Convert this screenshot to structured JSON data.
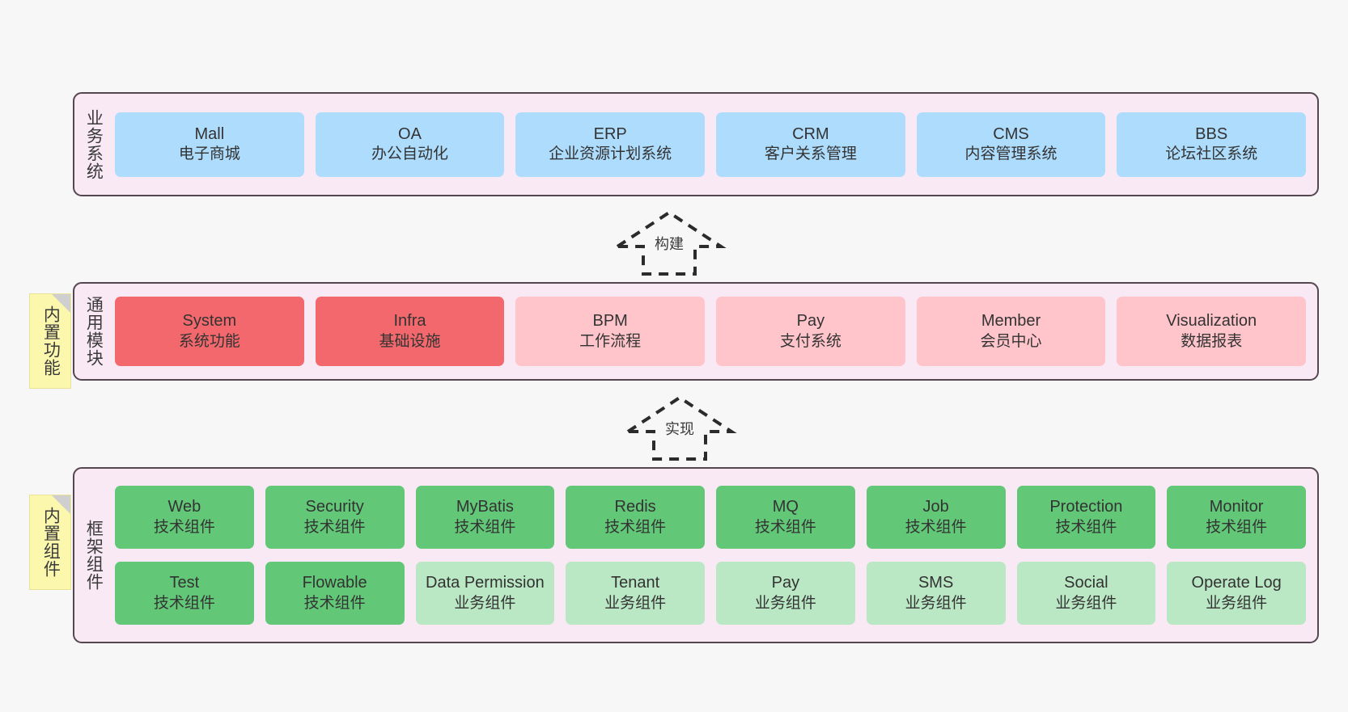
{
  "theme": {
    "background": "#f7f7f7",
    "container_bg": "#f9e9f4",
    "container_border": "#56464f",
    "blue": "#aedcfc",
    "red": "#f3686c",
    "pink": "#ffc5cb",
    "green": "#62c878",
    "light_green": "#bae7c4",
    "sticky_yellow": "#fbf8ae"
  },
  "layers": {
    "business": {
      "title": "业务系统",
      "blocks": [
        {
          "name": "Mall",
          "sub": "电子商城"
        },
        {
          "name": "OA",
          "sub": "办公自动化"
        },
        {
          "name": "ERP",
          "sub": "企业资源计划系统"
        },
        {
          "name": "CRM",
          "sub": "客户关系管理"
        },
        {
          "name": "CMS",
          "sub": "内容管理系统"
        },
        {
          "name": "BBS",
          "sub": "论坛社区系统"
        }
      ]
    },
    "modules": {
      "title": "通用模块",
      "sticky": "内置功能",
      "blocks": [
        {
          "name": "System",
          "sub": "系统功能",
          "style": "red"
        },
        {
          "name": "Infra",
          "sub": "基础设施",
          "style": "red"
        },
        {
          "name": "BPM",
          "sub": "工作流程",
          "style": "pink"
        },
        {
          "name": "Pay",
          "sub": "支付系统",
          "style": "pink"
        },
        {
          "name": "Member",
          "sub": "会员中心",
          "style": "pink"
        },
        {
          "name": "Visualization",
          "sub": "数据报表",
          "style": "pink"
        }
      ]
    },
    "framework": {
      "title": "框架组件",
      "sticky": "内置组件",
      "row1": [
        {
          "name": "Web",
          "sub": "技术组件"
        },
        {
          "name": "Security",
          "sub": "技术组件"
        },
        {
          "name": "MyBatis",
          "sub": "技术组件"
        },
        {
          "name": "Redis",
          "sub": "技术组件"
        },
        {
          "name": "MQ",
          "sub": "技术组件"
        },
        {
          "name": "Job",
          "sub": "技术组件"
        },
        {
          "name": "Protection",
          "sub": "技术组件"
        },
        {
          "name": "Monitor",
          "sub": "技术组件"
        }
      ],
      "row2": [
        {
          "name": "Test",
          "sub": "技术组件",
          "style": "green"
        },
        {
          "name": "Flowable",
          "sub": "技术组件",
          "style": "green"
        },
        {
          "name": "Data Permission",
          "sub": "业务组件",
          "style": "light_green"
        },
        {
          "name": "Tenant",
          "sub": "业务组件",
          "style": "light_green"
        },
        {
          "name": "Pay",
          "sub": "业务组件",
          "style": "light_green"
        },
        {
          "name": "SMS",
          "sub": "业务组件",
          "style": "light_green"
        },
        {
          "name": "Social",
          "sub": "业务组件",
          "style": "light_green"
        },
        {
          "name": "Operate Log",
          "sub": "业务组件",
          "style": "light_green"
        }
      ]
    }
  },
  "arrows": [
    {
      "label": "构建"
    },
    {
      "label": "实现"
    }
  ]
}
